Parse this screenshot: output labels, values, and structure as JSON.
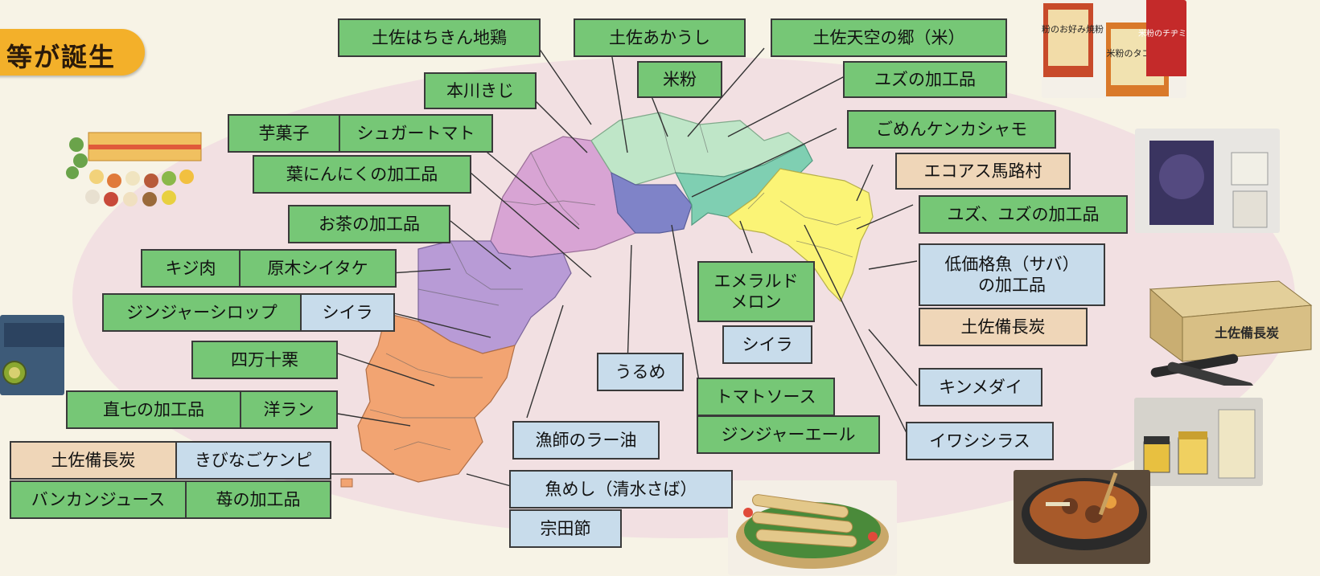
{
  "header": {
    "title": "等が誕生"
  },
  "colors": {
    "green_box": "#76c776",
    "blue_box": "#c8dceb",
    "tan_box": "#efd6b8",
    "title_pill": "#f3b02a"
  },
  "labels": {
    "hachikin": "土佐はちきん地鶏",
    "akaushi": "土佐あかうし",
    "tenku": "土佐天空の郷（米）",
    "komeko": "米粉",
    "yuzu_kako1": "ユズの加工品",
    "honkawa_kiji": "本川きじ",
    "gomen": "ごめんケンカシャモ",
    "imogashi": "芋菓子",
    "sugar_tomato": "シュガートマト",
    "ecoasu": "エコアス馬路村",
    "hanin": "葉にんにくの加工品",
    "yuzu_kako2": "ユズ、ユズの加工品",
    "ocha": "お茶の加工品",
    "kiji": "キジ肉",
    "genboku": "原木シイタケ",
    "teikaka": "低価格魚（サバ）\nの加工品",
    "emerald": "エメラルド\nメロン",
    "binchotan1": "土佐備長炭",
    "ginger_syrup": "ジンジャーシロップ",
    "shiira1": "シイラ",
    "shiira2": "シイラ",
    "shimanto": "四万十栗",
    "urume": "うるめ",
    "kinmedai": "キンメダイ",
    "tomato_sauce": "トマトソース",
    "naoshichi": "直七の加工品",
    "yoran": "洋ラン",
    "ginger_ale": "ジンジャーエール",
    "iwashi": "イワシシラス",
    "ryoshi": "漁師のラー油",
    "binchotan2": "土佐備長炭",
    "kibinago": "きびなごケンピ",
    "uomeshi": "魚めし（清水さば）",
    "bankan": "バンカンジュース",
    "ichigo": "苺の加工品",
    "soudabushi": "宗田節"
  },
  "photo_text": {
    "komeko_pkg1": "米粉のお好み焼粉",
    "komeko_pkg2": "米粉のタコ焼粉",
    "komeko_pkg3": "米粉のチヂミ粉",
    "charcoal_box": "土佐備長炭"
  }
}
